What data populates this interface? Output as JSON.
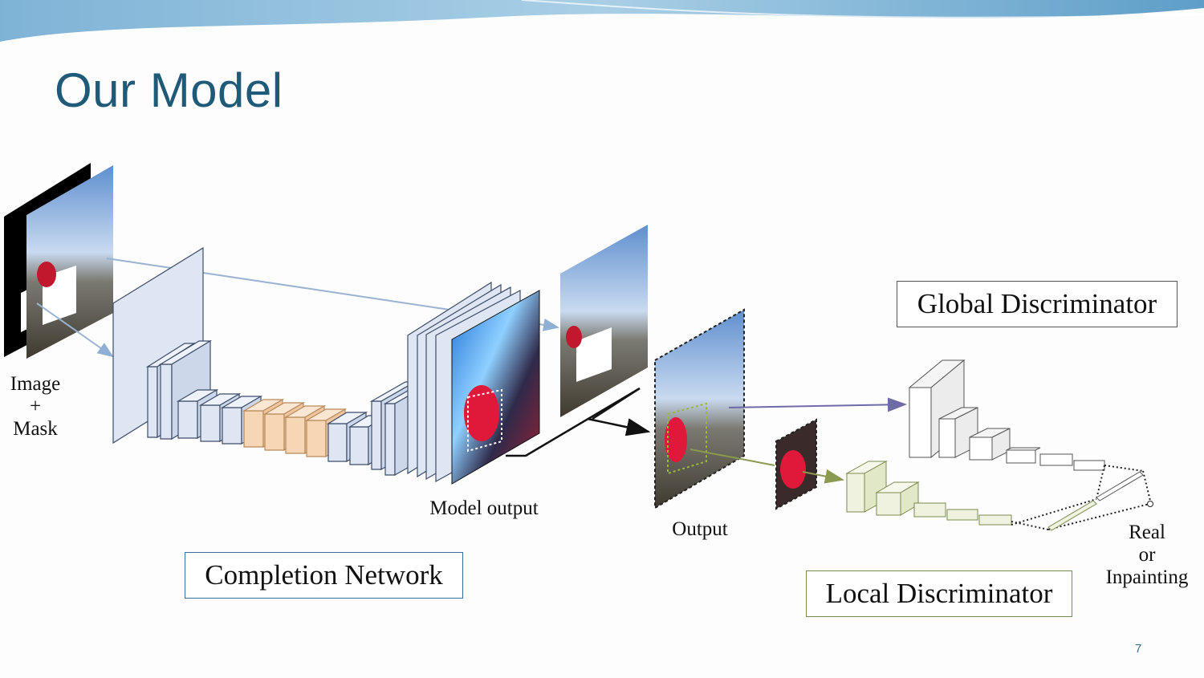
{
  "slide": {
    "title": "Our Model",
    "page_number": "7",
    "accent_color": "#1f5a78"
  },
  "diagram": {
    "input_label": [
      "Image",
      "+",
      "Mask"
    ],
    "model_output_label": "Model output",
    "output_label": "Output",
    "result_label": [
      "Real",
      "or",
      "Inpainting"
    ],
    "completion_network": {
      "label": "Completion Network",
      "border_color": "#3d6e9a",
      "layer_color": "#dfe6f3",
      "dilated_layer_color": "#f6d6b5"
    },
    "global_discriminator": {
      "label": "Global Discriminator",
      "border_color": "#555555",
      "layer_color": "#ffffff"
    },
    "local_discriminator": {
      "label": "Local Discriminator",
      "border_color": "#7a8a50",
      "layer_color": "#eef2de"
    }
  }
}
